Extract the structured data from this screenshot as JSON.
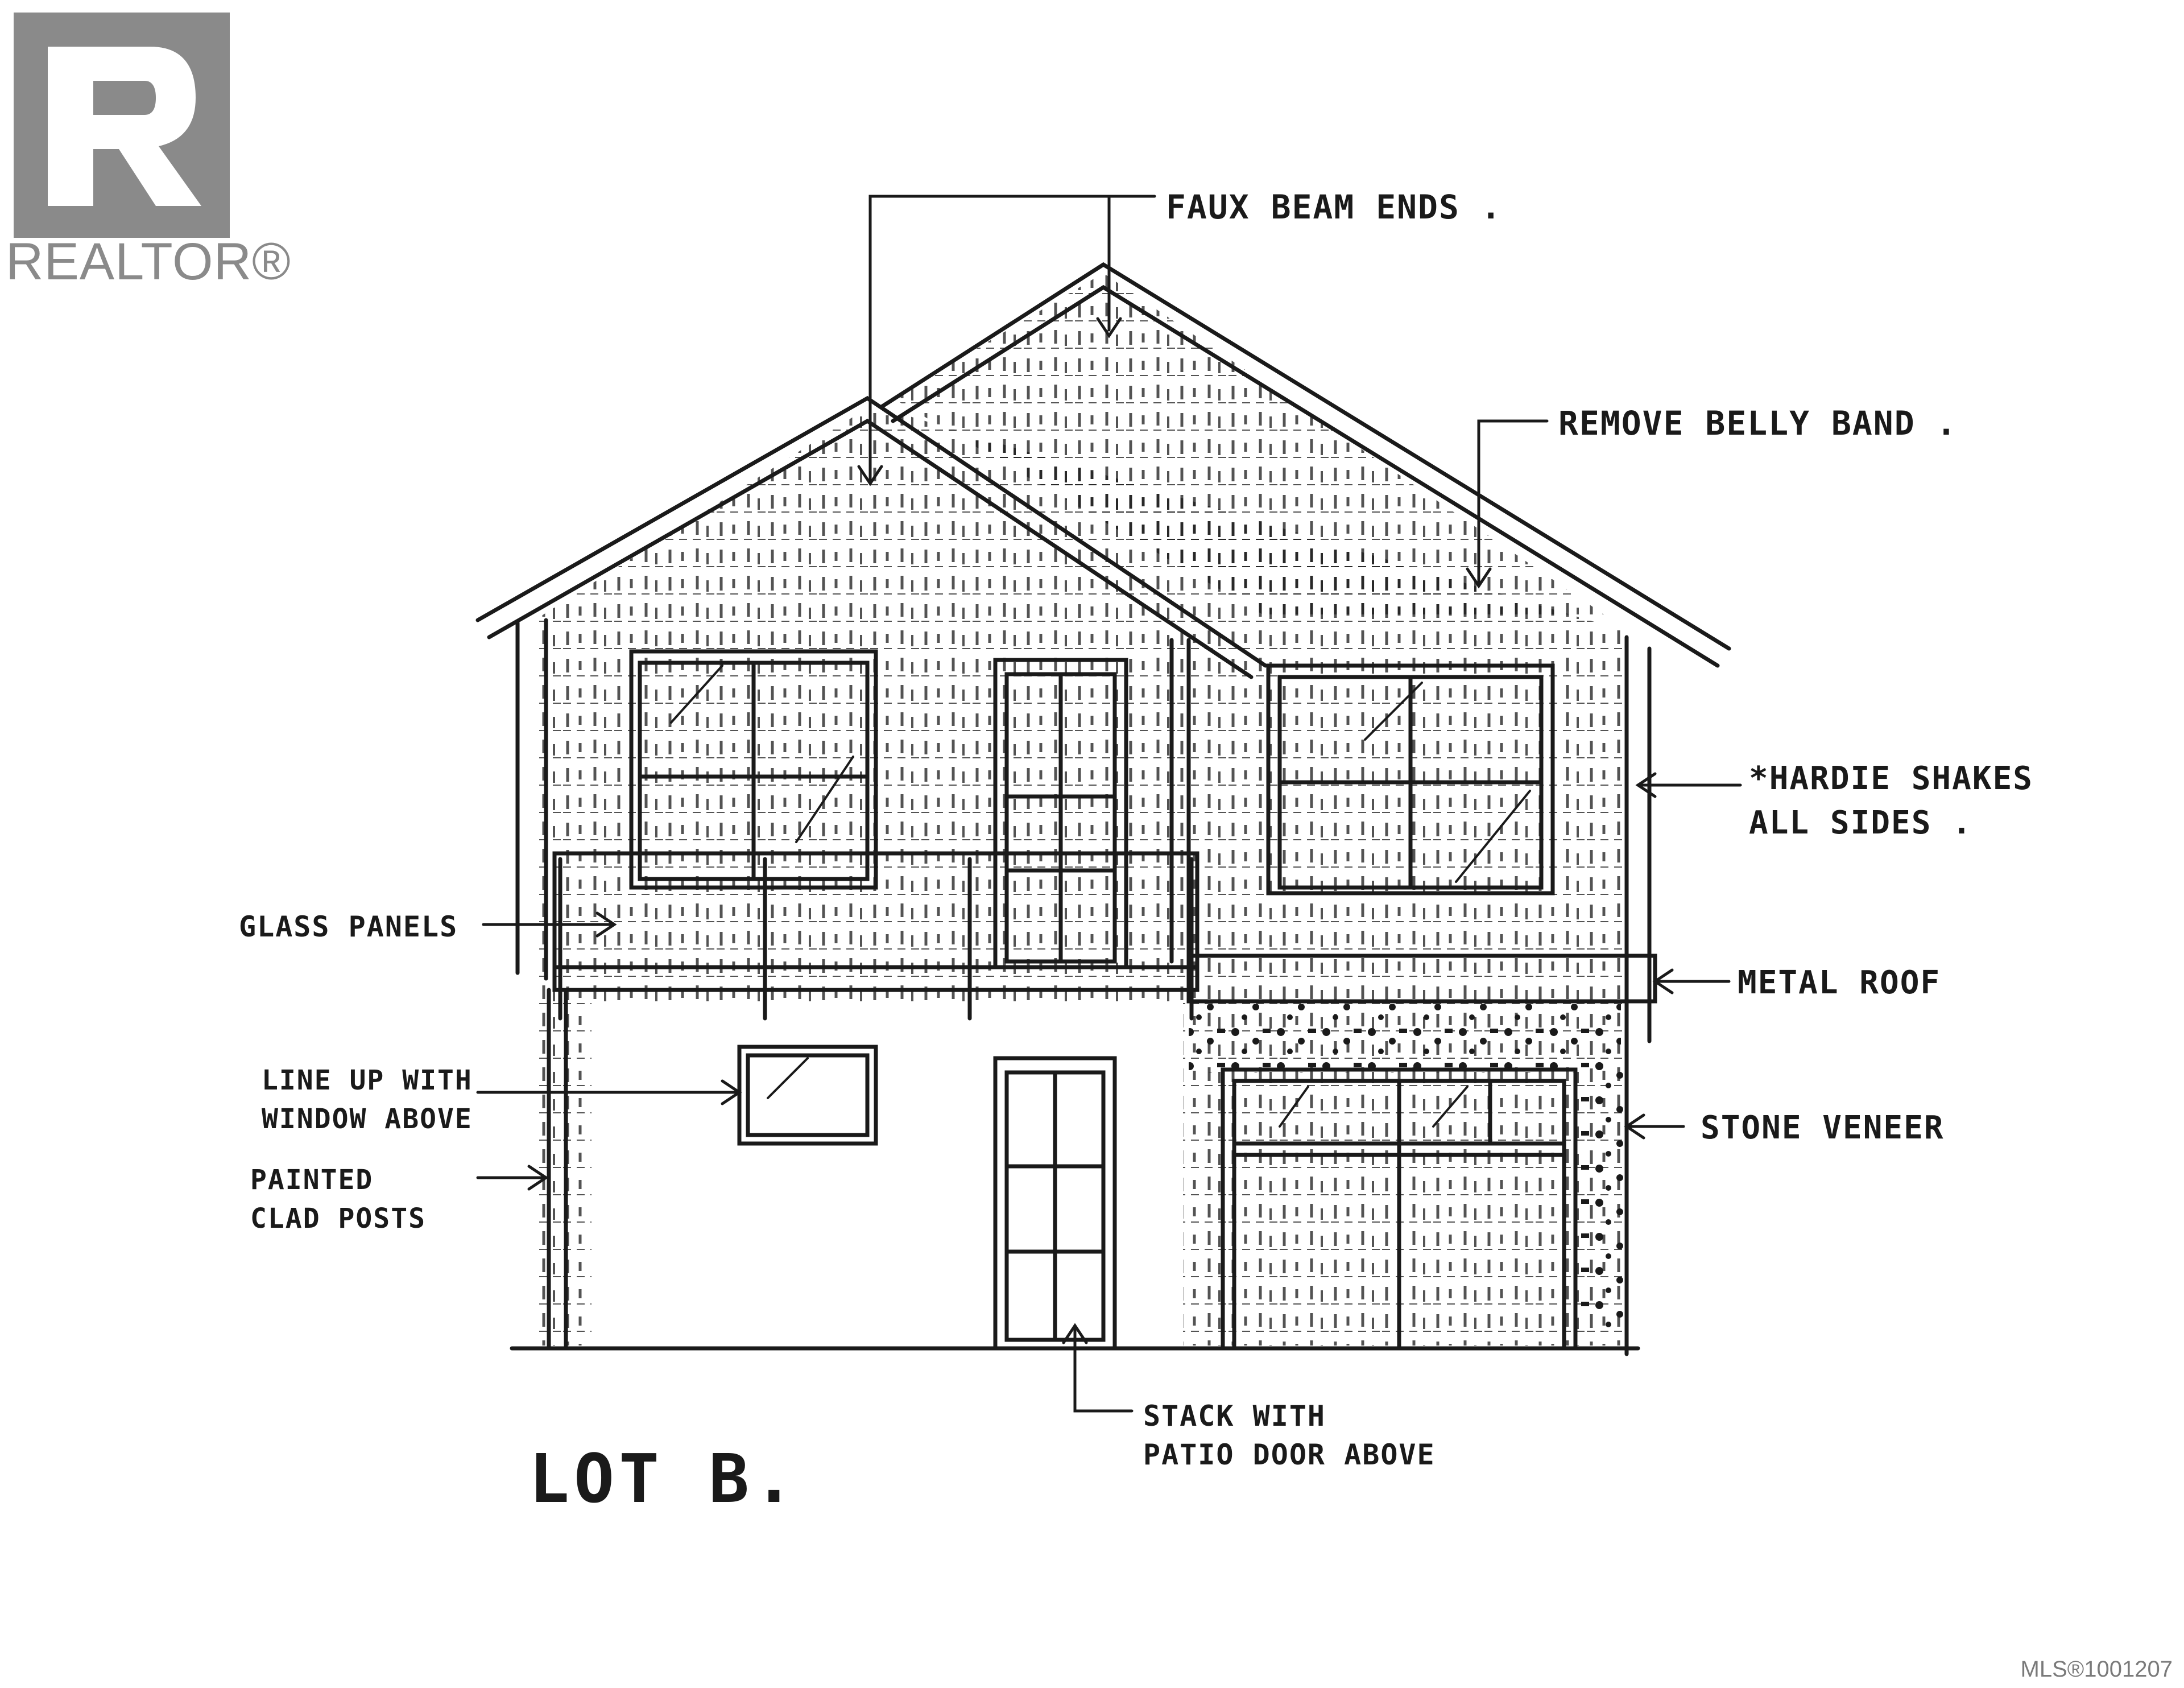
{
  "brand": {
    "logo_text": "REALTOR®",
    "logo_color": "#8a8a8a",
    "mls_text": "MLS®1001207"
  },
  "drawing": {
    "lot_label": "LOT B.",
    "line_color": "#1a1a1a",
    "annotations": {
      "faux_beam_ends": "FAUX BEAM ENDS .",
      "remove_belly_band": "REMOVE BELLY BAND .",
      "hardie_shakes": "*HARDIE SHAKES\nALL SIDES .",
      "glass_panels": "GLASS PANELS",
      "metal_roof": "METAL ROOF",
      "line_up_with_window": "LINE UP WITH\nWINDOW ABOVE",
      "stone_veneer": "STONE VENEER",
      "painted_clad_posts": "PAINTED\nCLAD POSTS",
      "stack_with_patio_door": "STACK WITH\nPATIO DOOR ABOVE"
    }
  }
}
